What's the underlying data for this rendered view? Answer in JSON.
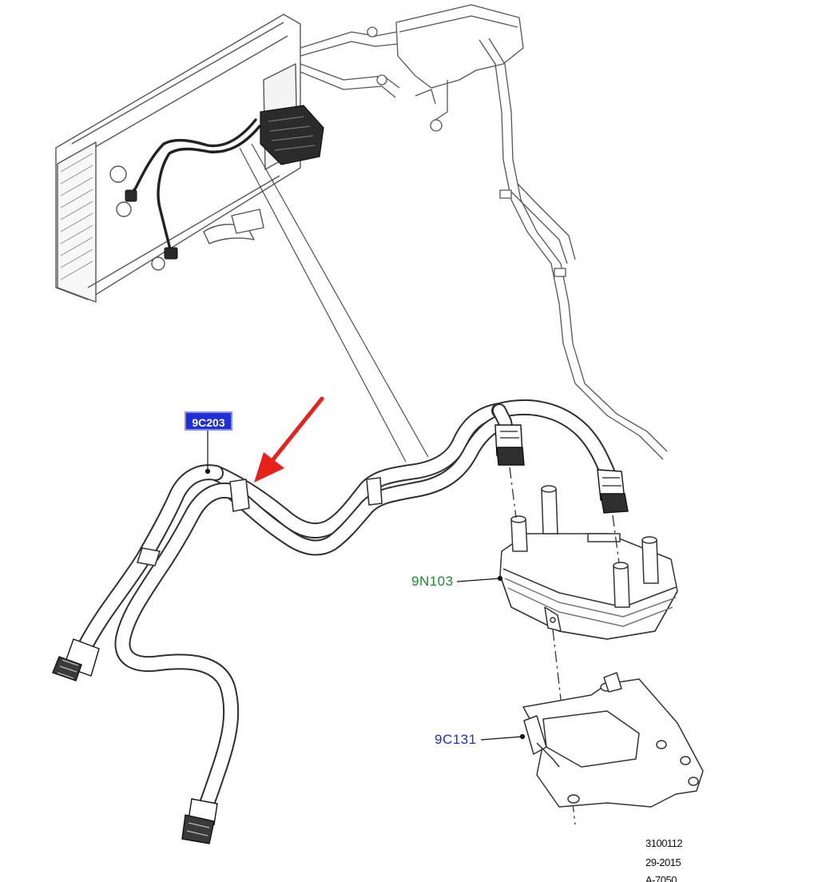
{
  "callouts": {
    "hose_part": "9C203",
    "oil_cooler_part": "9N103",
    "bracket_part": "9C131"
  },
  "colors": {
    "hose_label_bg": "#1f2fd8",
    "oil_cooler_label": "#1a8c2a",
    "bracket_label": "#1f2fd8",
    "arrow": "#e8221b"
  },
  "stamp": {
    "line1": "3100112",
    "line2": "29-2015",
    "line3": "A-7050"
  }
}
